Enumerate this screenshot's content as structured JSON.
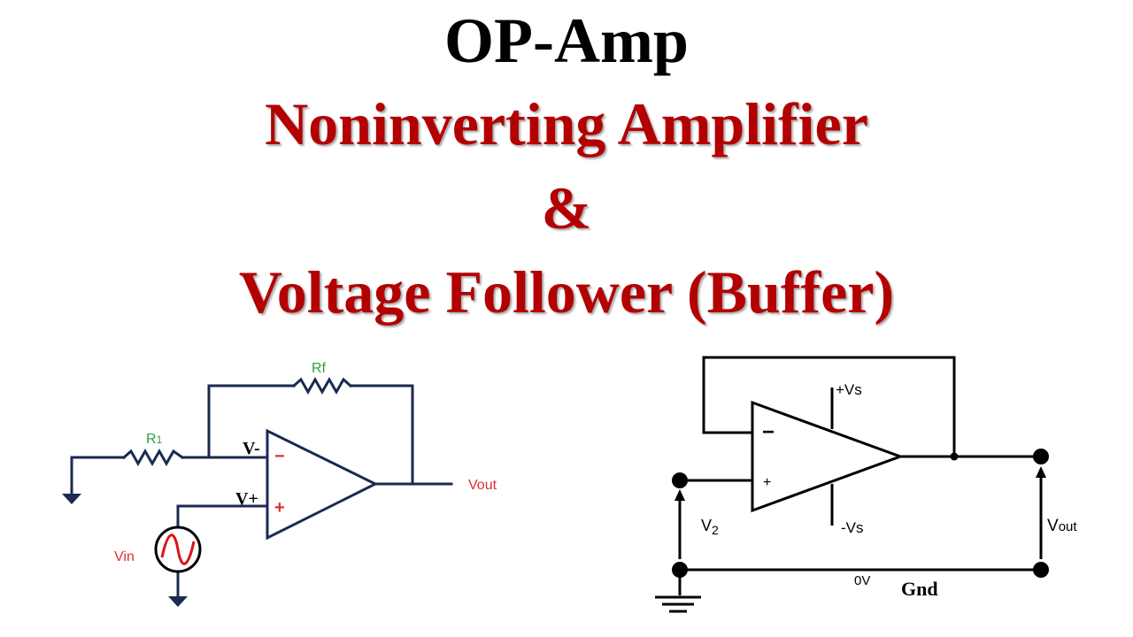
{
  "header": {
    "title": "OP-Amp",
    "line2": "Noninverting Amplifier",
    "line3": "&",
    "line4": "Voltage Follower (Buffer)"
  },
  "noninverting_circuit": {
    "rf_label": "Rf",
    "r1_label": "R1",
    "vminus_label": "V-",
    "vplus_label": "V+",
    "minus_sign": "−",
    "plus_sign": "+",
    "vout_label": "Vout",
    "vin_label": "Vin"
  },
  "follower_circuit": {
    "vs_pos_label": "+Vs",
    "vs_neg_label": "-Vs",
    "minus_sign": "−",
    "plus_sign": "+",
    "v2_label": "V2",
    "vout_label": "Vout",
    "zero_v_label": "0V",
    "gnd_label": "Gnd"
  },
  "colors": {
    "title": "#000000",
    "subtitle": "#b30000",
    "wire": "#1a2a50",
    "resistor_label": "#2e9e3e",
    "signal_label": "#e03030"
  }
}
